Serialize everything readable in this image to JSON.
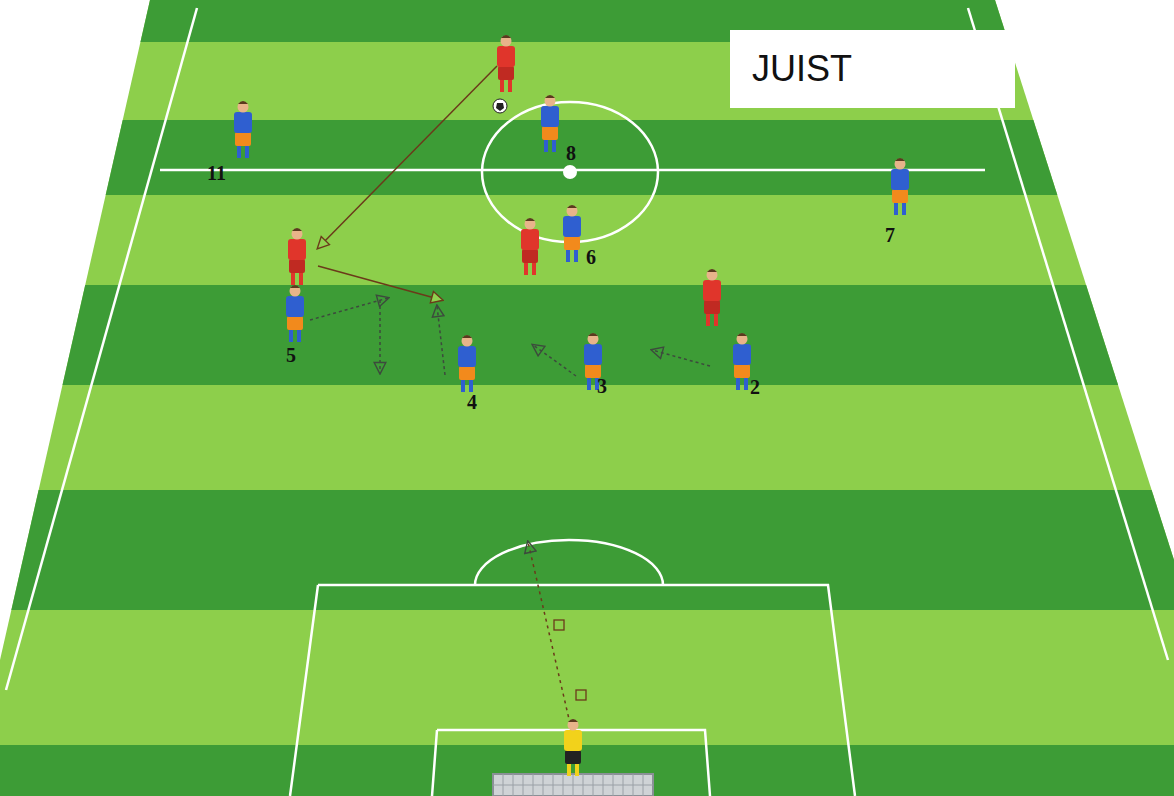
{
  "diagram": {
    "nodes": [
      {
        "text": [
          "JUIST"
        ]
      }
    ],
    "labels": [
      "11",
      "8",
      "7",
      "6",
      "5",
      "4",
      "3",
      "2"
    ]
  }
}
